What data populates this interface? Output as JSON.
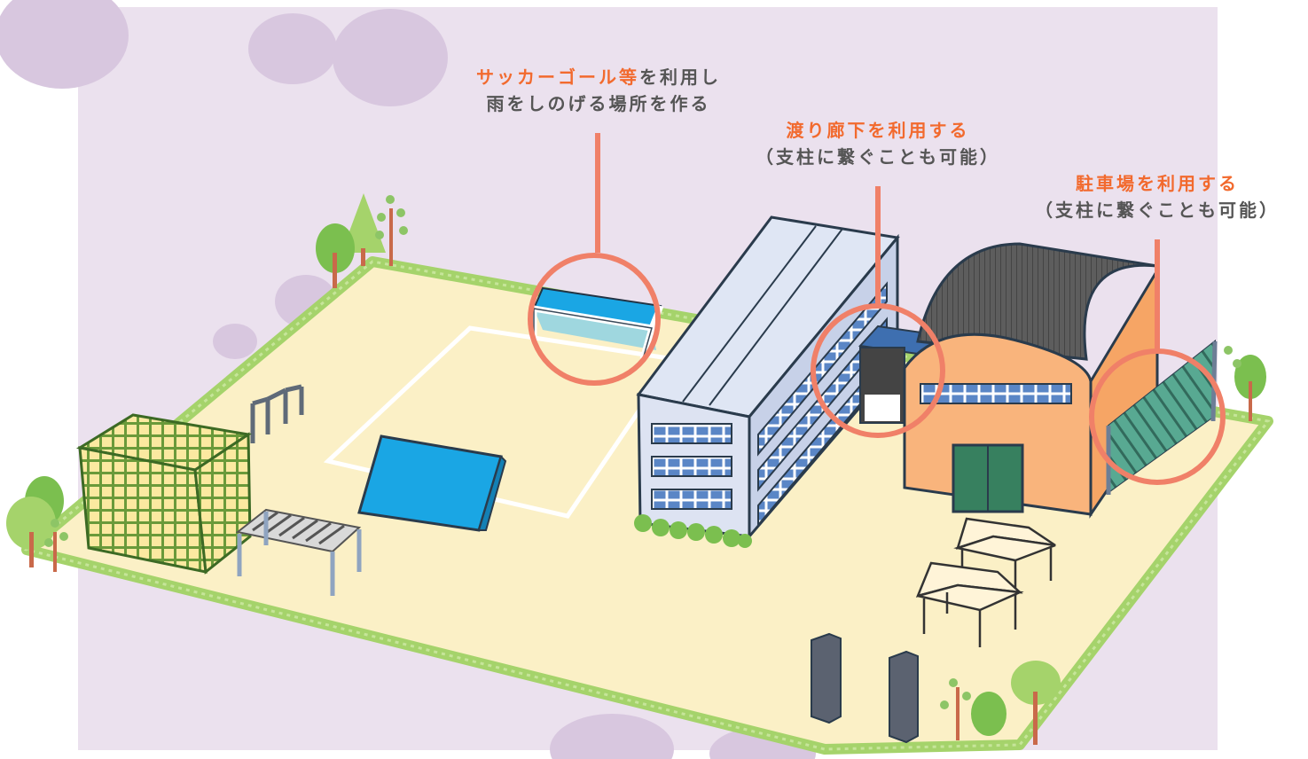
{
  "callouts": [
    {
      "line1_highlight": "サッカーゴール等",
      "line1_rest": "を利用し",
      "line2": "雨をしのげる場所を作る"
    },
    {
      "line1_highlight": "渡り廊下を利用する",
      "line1_rest": "",
      "line2": "（支柱に繋ぐことも可能）"
    },
    {
      "line1_highlight": "駐車場を利用する",
      "line1_rest": "",
      "line2": "（支柱に繋ぐことも可能）"
    }
  ],
  "colors": {
    "background": "#ebe1ee",
    "ground": "#fbf0c6",
    "grass": "#a5d36b",
    "highlight_text": "#f26a2e",
    "body_text": "#555555",
    "circle": "#f08068",
    "tent": "#1aa6e4",
    "gym_wall": "#f9b47c",
    "gym_roof": "#666666",
    "gym_door": "#37805f"
  },
  "icons": [
    "soccer-goal",
    "tent",
    "jungle-gym",
    "horizontal-bars",
    "monkey-bars",
    "school-building",
    "covered-walkway",
    "gymnasium",
    "carport",
    "gazebo",
    "gate-pillar",
    "tree"
  ]
}
